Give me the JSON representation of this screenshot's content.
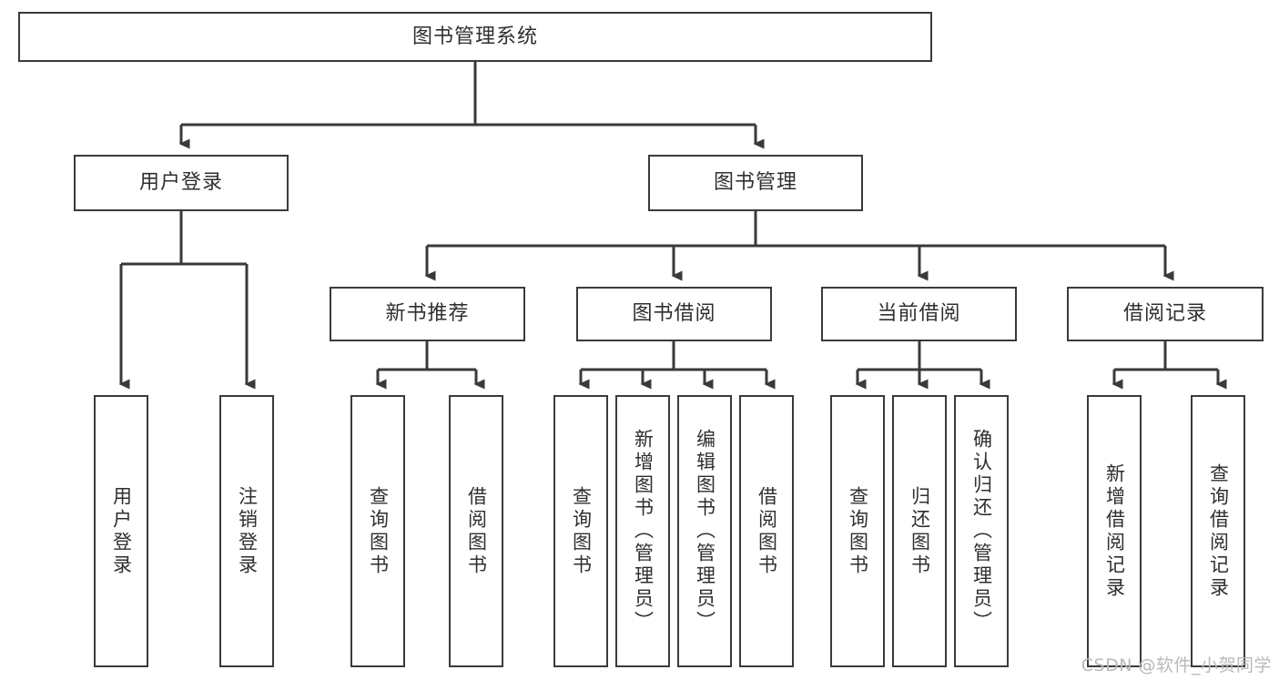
{
  "diagram": {
    "title": "图书管理系统",
    "root": {
      "label": "图书管理系统"
    },
    "level2": [
      {
        "label": "用户登录"
      },
      {
        "label": "图书管理"
      }
    ],
    "level3": [
      {
        "label": "新书推荐"
      },
      {
        "label": "图书借阅"
      },
      {
        "label": "当前借阅"
      },
      {
        "label": "借阅记录"
      }
    ],
    "leaves": {
      "user_login": [
        {
          "label": "用户登录"
        },
        {
          "label": "注销登录"
        }
      ],
      "new_book": [
        {
          "label": "查询图书"
        },
        {
          "label": "借阅图书"
        }
      ],
      "book_borrow": [
        {
          "label": "查询图书"
        },
        {
          "label": "新增图书（管理员）"
        },
        {
          "label": "编辑图书（管理员）"
        },
        {
          "label": "借阅图书"
        }
      ],
      "current_borrow": [
        {
          "label": "查询图书"
        },
        {
          "label": "归还图书"
        },
        {
          "label": "确认归还（管理员）"
        }
      ],
      "borrow_record": [
        {
          "label": "新增借阅记录"
        },
        {
          "label": "查询借阅记录"
        }
      ]
    }
  },
  "watermark": {
    "text": "CSDN @软件_小贺同学"
  },
  "colors": {
    "stroke": "#3a3a3a",
    "text": "#2f2f2f",
    "background": "#ffffff",
    "watermark": "#b9b9b9"
  }
}
